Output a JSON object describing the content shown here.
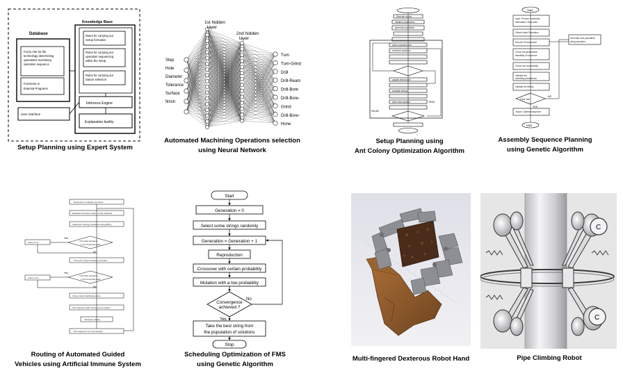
{
  "captions": {
    "expert_system": "Setup Planning using Expert System",
    "neural_network": [
      "Automated Machining Operations selection",
      "using Neural Network"
    ],
    "ant_colony": [
      "Setup Planning using",
      "Ant Colony Optimization Algorithm"
    ],
    "assembly_ga": [
      "Assembly Sequence Planning",
      "using Genetic Algorithm"
    ],
    "agv_immune": [
      "Routing of Automated Guided",
      "Vehicles using Artificial Immune System"
    ],
    "fms_ga": [
      "Scheduling Optimization of FMS",
      "using Genetic Algorithm"
    ],
    "robot_hand": "Multi-fingered Dexterous Robot Hand",
    "pipe_robot": "Pipe Climbing Robot"
  },
  "expert_system": {
    "database_label": "Database",
    "knowledge_base_label": "Knowledge Base",
    "db_box1": "Fuzzy rule for the technology determining operations machining operation sequence",
    "db_box2": "Functions or External Programs",
    "kb_rules": [
      "Rules for carrying out Setup formation",
      "Rules for carrying out operation sequencing within the setup",
      "Rules for carrying out Datum selection"
    ],
    "user_interface": "User Interface",
    "inference_engine": "Inference Engine",
    "explanation_facility": "Explanation facility"
  },
  "neural_network": {
    "hidden1": [
      "1st hidden",
      "layer"
    ],
    "hidden2": [
      "2nd hidden",
      "layer"
    ],
    "inputs": [
      "Step",
      "Hole",
      "Diameter",
      "Tolerance",
      "Surface",
      "finish"
    ],
    "outputs": [
      "Turn",
      "Turn-Grind",
      "Drill",
      "Drill-Ream",
      "Drill-Bore",
      "Drill-Bore-",
      "Grind",
      "Drill-Bore-",
      "Hone"
    ]
  },
  "fms_ga": {
    "start": "Start",
    "steps": [
      "Generation = 0",
      "Select some strings randomly",
      "Generation = Generation + 1",
      "Reproduction",
      "Crossover with certain probability",
      "Mutation with a low probability"
    ],
    "decision": [
      "Convergence",
      "achieved ?"
    ],
    "no_label": "No",
    "yes_label": "Yes",
    "result": [
      "Take the best string from",
      "the population of solutions"
    ],
    "stop": "Stop"
  },
  "assembly_ga": {
    "start": "Start",
    "end": "END",
    "yes_label": "YES",
    "no_label": "NO"
  },
  "ant_colony": {
    "true_label": "TRUE",
    "false_label": "FALSE"
  },
  "agv_immune": {
    "yes_label": "Yes",
    "no_label": "No"
  },
  "pipe_robot": {
    "wheel_letter": "C"
  },
  "colors": {
    "robot_bg": "#eaeaf0",
    "robot_grey": "#8d8f94",
    "robot_wood": "#8a5a2b",
    "robot_brown_dark": "#4a2c1a",
    "pipe_bg": "#e6e6e6"
  }
}
